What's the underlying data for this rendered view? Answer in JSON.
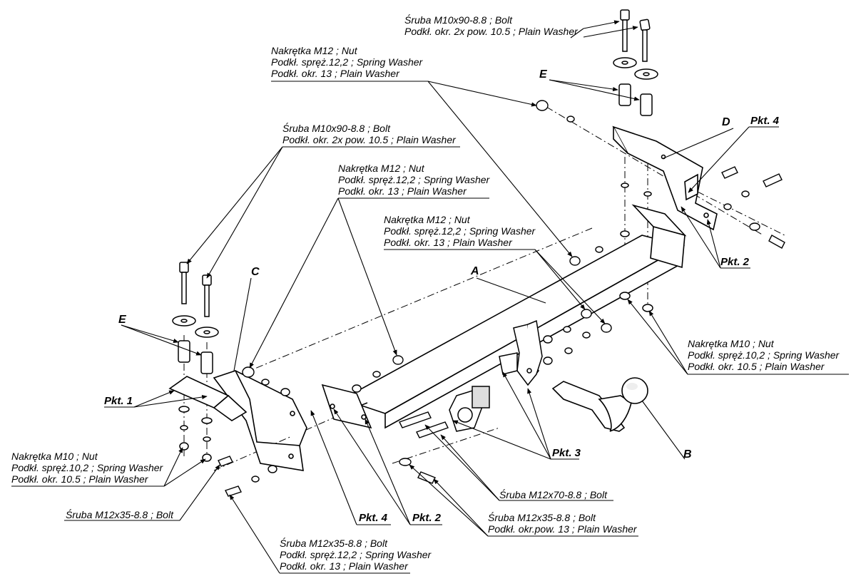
{
  "labels": {
    "bolt_top": [
      "Śruba M10x90-8.8 ;  Bolt",
      "Podkł. okr. 2x pow. 10.5 ; Plain Washer"
    ],
    "nut_top": [
      "Nakrętka  M12 ; Nut",
      "Podkł. spręż.12,2 ; Spring Washer",
      "Podkł. okr. 13 ; Plain Washer"
    ],
    "bolt_left": [
      "Śruba M10x90-8.8 ;  Bolt",
      "Podkł. okr. 2x pow. 10.5 ; Plain Washer"
    ],
    "nut_mid_left": [
      "Nakrętka  M12 ; Nut",
      "Podkł. spręż.12,2 ; Spring Washer",
      "Podkł. okr. 13 ; Plain Washer"
    ],
    "nut_mid": [
      "Nakrętka  M12 ; Nut",
      "Podkł. spręż.12,2 ; Spring Washer",
      "Podkł. okr. 13 ; Plain Washer"
    ],
    "nut_right": [
      "Nakrętka  M10 ; Nut",
      "Podkł. spręż.10,2 ; Spring Washer",
      "Podkł. okr. 10.5 ; Plain Washer"
    ],
    "nut_left": [
      "Nakrętka  M10 ; Nut",
      "Podkł. spręż.10,2 ; Spring Washer",
      "Podkł. okr. 10.5 ; Plain Washer"
    ],
    "bolt_m12x35_a": [
      "Śruba M12x35-8.8 ;  Bolt"
    ],
    "bolt_m12x70": [
      "Śruba M12x70-8.8 ;  Bolt"
    ],
    "bolt_m12x35_b": [
      "Śruba M12x35-8.8 ;  Bolt",
      "Podkł. okr.pow. 13 ; Plain Washer"
    ],
    "bolt_m12x35_c": [
      "Śruba M12x35-8.8 ;  Bolt",
      "Podkł. spręż.12,2 ; Spring Washer",
      "Podkł. okr. 13 ; Plain Washer"
    ]
  },
  "tags": {
    "pkt1": "Pkt. 1",
    "pkt2_bottom": "Pkt. 2",
    "pkt2_right": "Pkt. 2",
    "pkt3": "Pkt. 3",
    "pkt4_bottom": "Pkt. 4",
    "pkt4_top": "Pkt. 4"
  },
  "letters": {
    "A": "A",
    "B": "B",
    "C": "C",
    "D": "D",
    "E_top": "E",
    "E_left": "E"
  }
}
